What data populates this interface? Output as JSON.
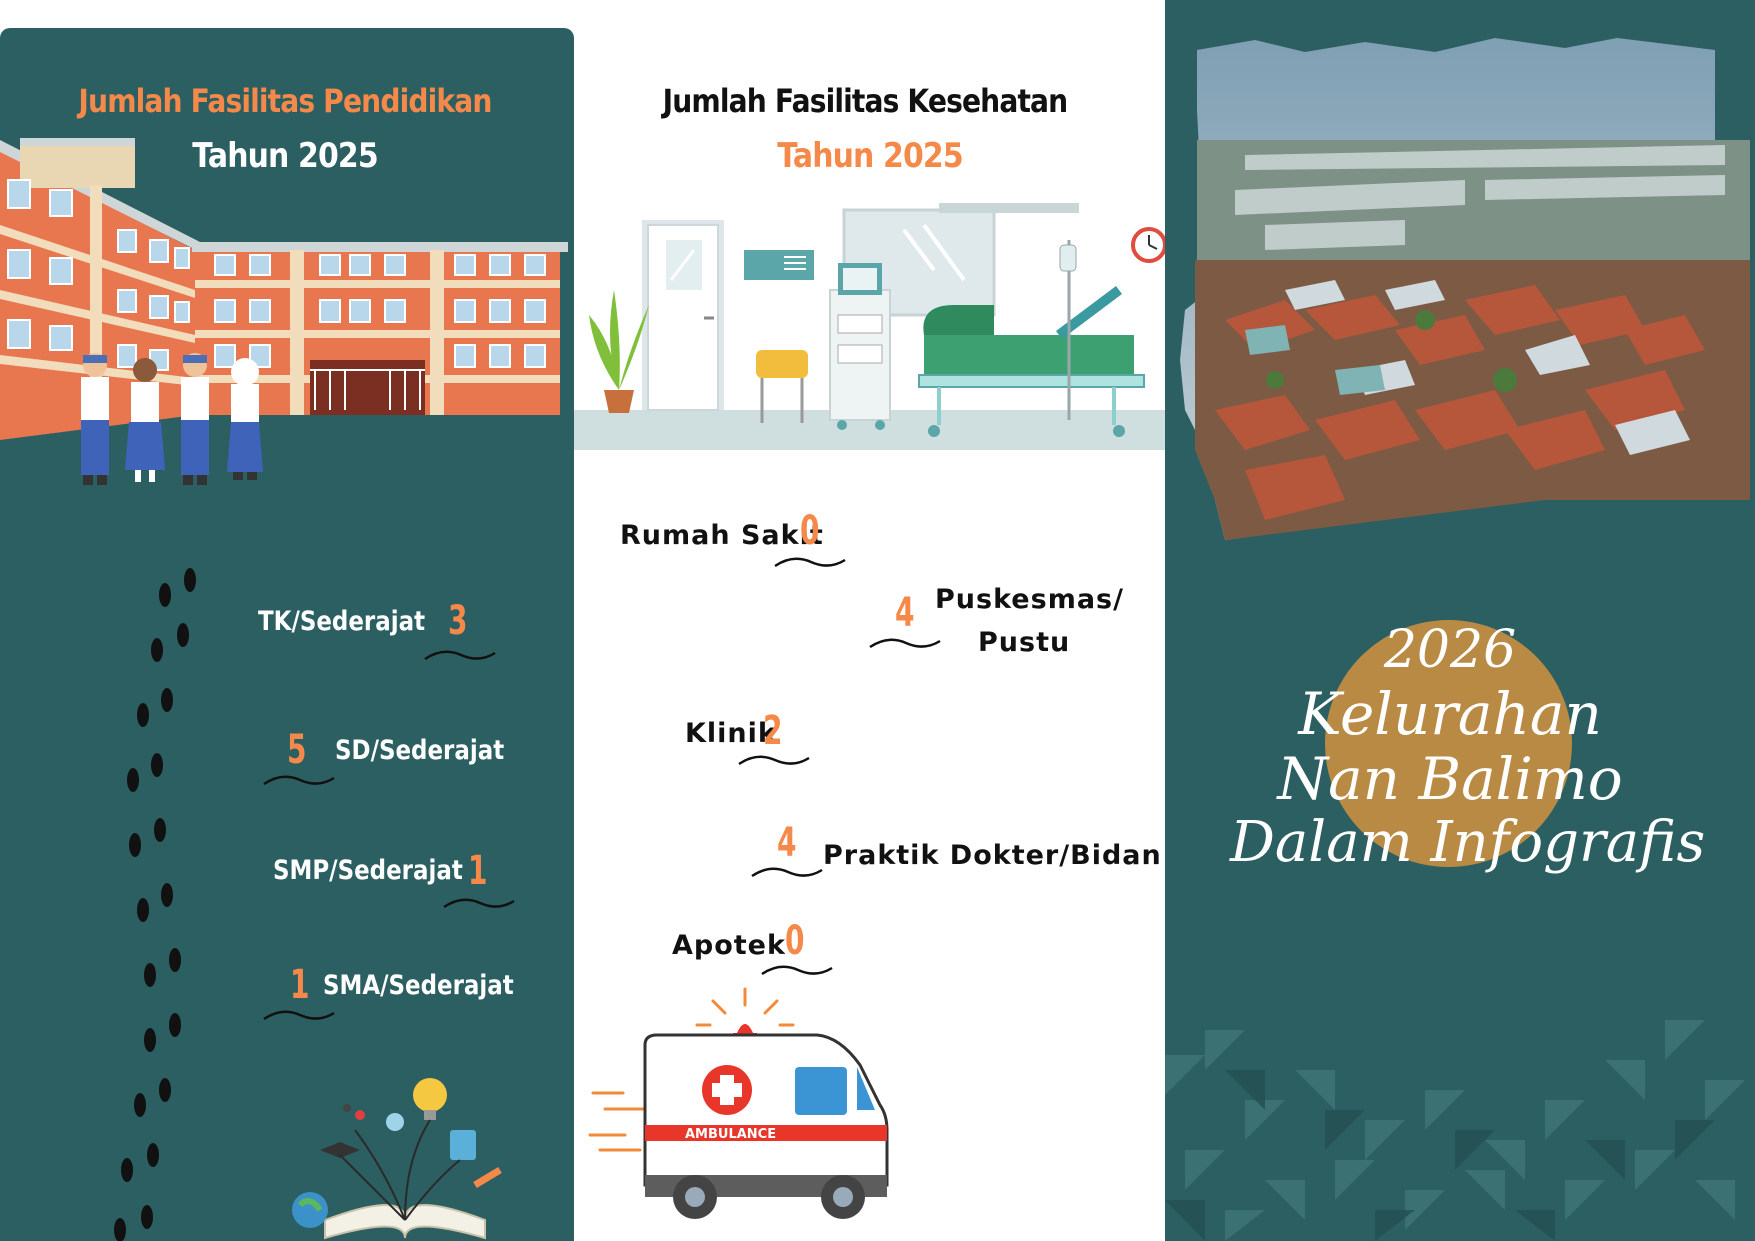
{
  "education": {
    "title": "Jumlah Fasilitas Pendidikan",
    "year": "Tahun 2025",
    "items": [
      {
        "label": "TK/Sederajat",
        "value": "3"
      },
      {
        "label": "SD/Sederajat",
        "value": "5"
      },
      {
        "label": "SMP/Sederajat",
        "value": "1"
      },
      {
        "label": "SMA/Sederajat",
        "value": "1"
      }
    ]
  },
  "health": {
    "title": "Jumlah Fasilitas Kesehatan",
    "year": "Tahun 2025",
    "items": [
      {
        "label": "Rumah Sakit",
        "value": "0"
      },
      {
        "label": "Puskesmas/",
        "label2": "Pustu",
        "value": "4"
      },
      {
        "label": "Klinik",
        "value": "2"
      },
      {
        "label": "Praktik Dokter/Bidan",
        "value": "4"
      },
      {
        "label": "Apotek",
        "value": "0"
      }
    ],
    "ambulance_text": "AMBULANCE"
  },
  "cover": {
    "line1": "2026",
    "line2": "Kelurahan",
    "line3": "Nan Balimo",
    "line4": "Dalam Infografis"
  },
  "colors": {
    "teal": "#2c5f61",
    "orange": "#f5894a",
    "gold": "#b98a44"
  }
}
